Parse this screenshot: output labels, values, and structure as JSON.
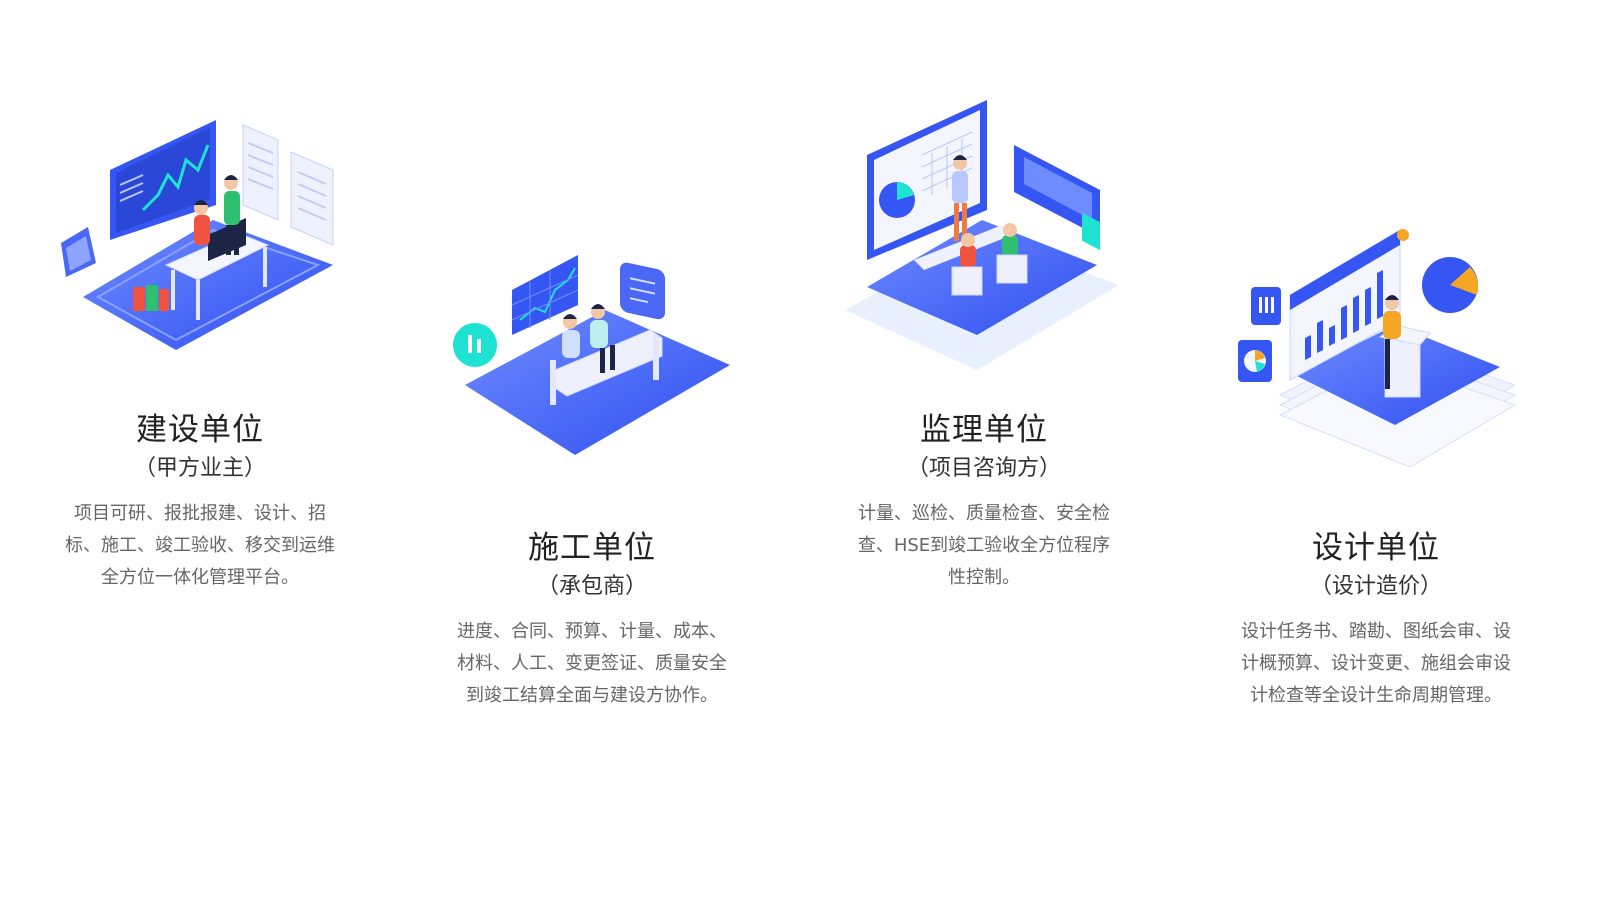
{
  "colors": {
    "primary": "#3556f3",
    "primary_light": "#6f8cff",
    "accent_cyan": "#1ee3d2",
    "accent_orange": "#f5a623",
    "title_text": "#222222",
    "desc_text": "#666666"
  },
  "cards": [
    {
      "title": "建设单位",
      "subtitle": "（甲方业主）",
      "desc": "项目可研、报批报建、设计、招标、施工、竣工验收、移交到运维全方位一体化管理平台。",
      "icon": "office-workstation-illustration"
    },
    {
      "title": "施工单位",
      "subtitle": "（承包商）",
      "desc": "进度、合同、预算、计量、成本、材料、人工、变更签证、质量安全到竣工结算全面与建设方协作。",
      "icon": "construction-team-meeting-illustration"
    },
    {
      "title": "监理单位",
      "subtitle": "（项目咨询方）",
      "desc": "计量、巡检、质量检查、安全检查、HSE到竣工验收全方位程序性控制。",
      "icon": "supervision-presentation-illustration"
    },
    {
      "title": "设计单位",
      "subtitle": "（设计造价）",
      "desc": "设计任务书、踏勘、图纸会审、设计概预算、设计变更、施组会审设计检查等全设计生命周期管理。",
      "icon": "design-analytics-podium-illustration"
    }
  ]
}
